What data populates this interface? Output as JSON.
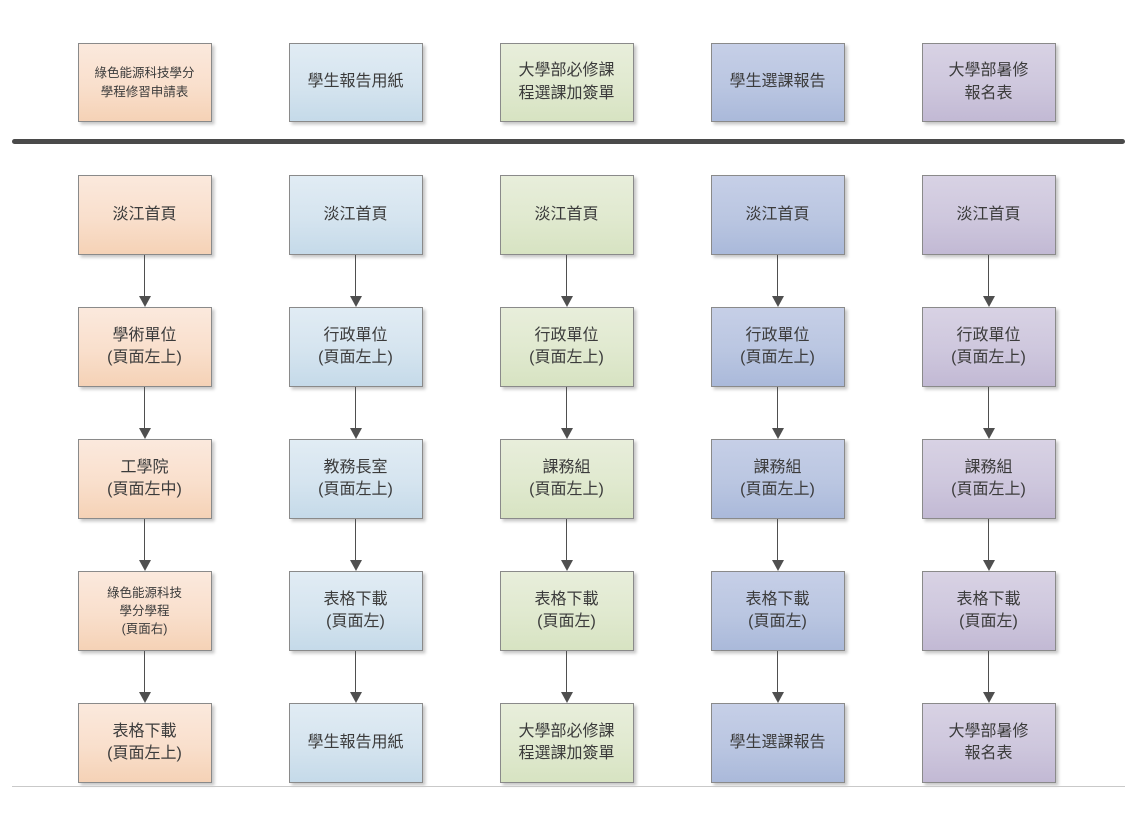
{
  "page": {
    "background": "#ffffff",
    "divider_color": "#4a4a4a",
    "arrow_color": "#4f4f4f",
    "box_border_color": "#8a8a8a",
    "text_color": "#3b3b3b"
  },
  "columns": [
    {
      "id": "green-energy-credit-program-application-form",
      "colors": {
        "top": "#fbe9dd",
        "bottom": "#f5d2b6"
      },
      "header": [
        "綠色能源科技學分",
        "學程修習申請表"
      ],
      "steps": [
        [
          "淡江首頁"
        ],
        [
          "學術單位",
          "(頁面左上)"
        ],
        [
          "工學院",
          "(頁面左中)"
        ],
        [
          "綠色能源科技",
          "學分學程",
          "(頁面右)"
        ],
        [
          "表格下載",
          "(頁面左上)"
        ]
      ]
    },
    {
      "id": "student-report-paper",
      "colors": {
        "top": "#e1ecf4",
        "bottom": "#c5dae9"
      },
      "header": [
        "學生報告用紙"
      ],
      "steps": [
        [
          "淡江首頁"
        ],
        [
          "行政單位",
          "(頁面左上)"
        ],
        [
          "教務長室",
          "(頁面左上)"
        ],
        [
          "表格下載",
          "(頁面左)"
        ],
        [
          "學生報告用紙"
        ]
      ]
    },
    {
      "id": "undergraduate-required-course-add-signature-form",
      "colors": {
        "top": "#e8eedb",
        "bottom": "#d7e3c2"
      },
      "header": [
        "大學部必修課",
        "程選課加簽單"
      ],
      "steps": [
        [
          "淡江首頁"
        ],
        [
          "行政單位",
          "(頁面左上)"
        ],
        [
          "課務組",
          "(頁面左上)"
        ],
        [
          "表格下載",
          "(頁面左)"
        ],
        [
          "大學部必修課",
          "程選課加簽單"
        ]
      ]
    },
    {
      "id": "student-course-selection-report",
      "colors": {
        "top": "#c6cfe7",
        "bottom": "#aab9da"
      },
      "header": [
        "學生選課報告"
      ],
      "steps": [
        [
          "淡江首頁"
        ],
        [
          "行政單位",
          "(頁面左上)"
        ],
        [
          "課務組",
          "(頁面左上)"
        ],
        [
          "表格下載",
          "(頁面左)"
        ],
        [
          "學生選課報告"
        ]
      ]
    },
    {
      "id": "undergraduate-summer-session-registration-form",
      "colors": {
        "top": "#d8d2e4",
        "bottom": "#c2b9d4"
      },
      "header": [
        "大學部暑修",
        "報名表"
      ],
      "steps": [
        [
          "淡江首頁"
        ],
        [
          "行政單位",
          "(頁面左上)"
        ],
        [
          "課務組",
          "(頁面左上)"
        ],
        [
          "表格下載",
          "(頁面左)"
        ],
        [
          "大學部暑修",
          "報名表"
        ]
      ]
    }
  ]
}
